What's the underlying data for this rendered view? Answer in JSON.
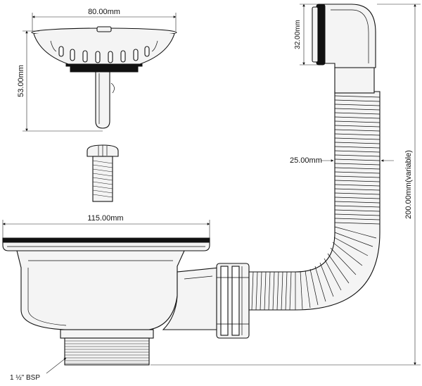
{
  "dimensions": {
    "basket_width": "80.00mm",
    "basket_height": "53.00mm",
    "flange_width": "115.00mm",
    "overflow_height": "32.00mm",
    "hose_diameter": "25.00mm",
    "overall_height": "200.00mm(variable)",
    "thread": "1 ½\" BSP"
  },
  "colors": {
    "line": "#111111",
    "fill": "#f4f4f4",
    "background": "#ffffff"
  }
}
